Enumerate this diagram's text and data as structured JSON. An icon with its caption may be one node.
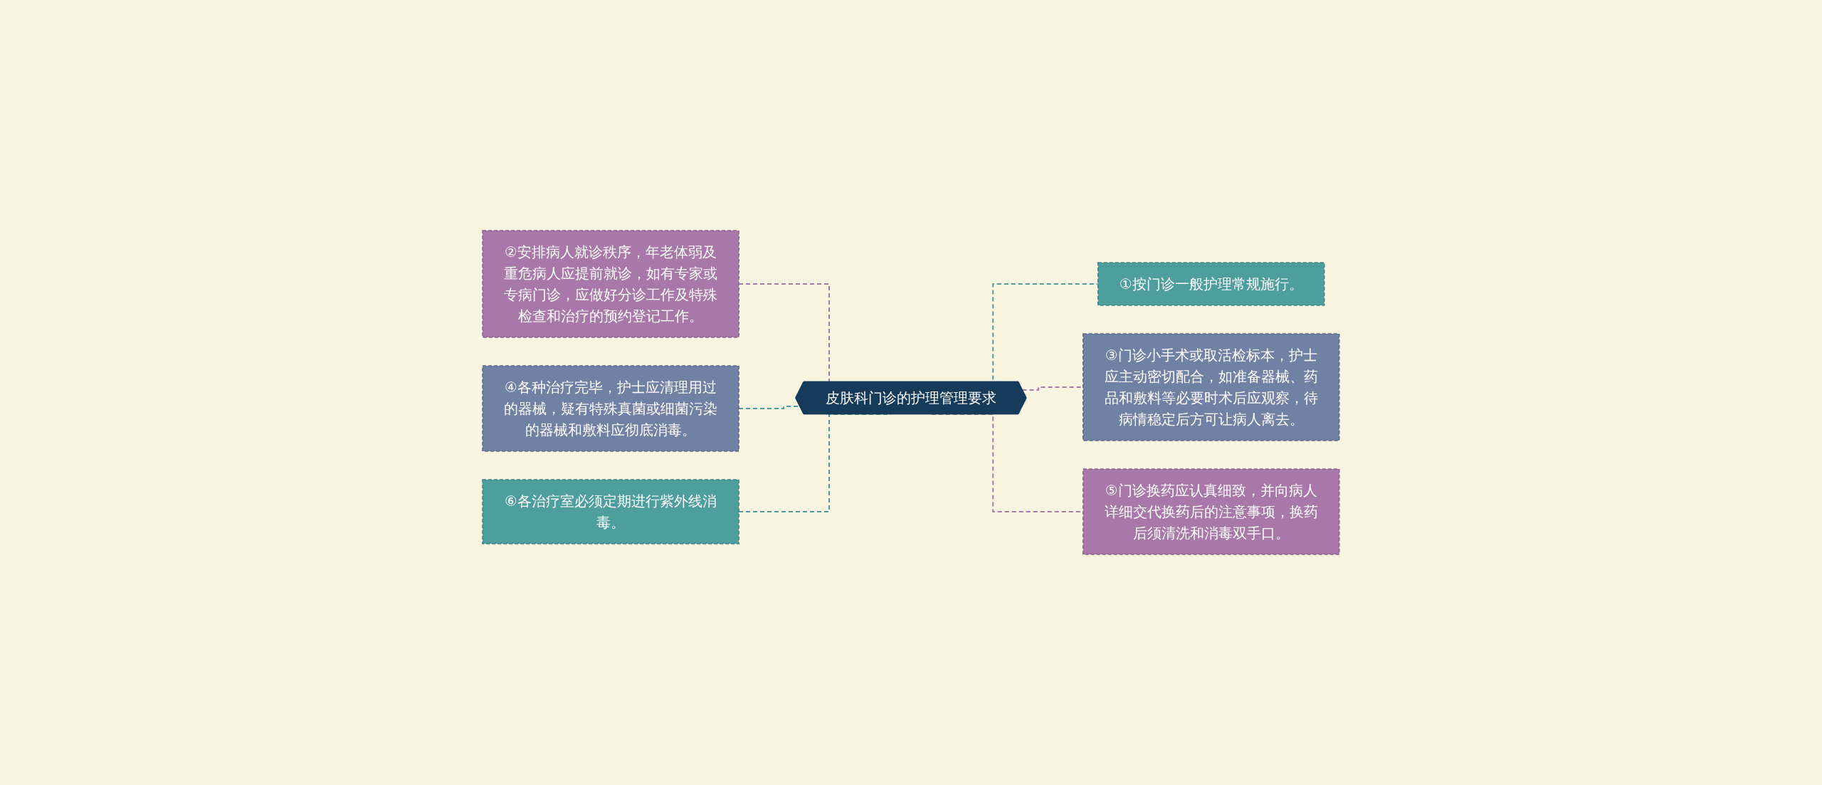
{
  "diagram": {
    "nodes": [
      {
        "text": [
          "皮肤科门诊的护理管理要求"
        ]
      },
      {
        "text": [
          "②安排病人就诊秩序，年老体弱及重危病人应提前就诊，如有专家或专病门诊，应做好分诊工作及特殊检查和治疗的预约登记工作。"
        ]
      },
      {
        "text": [
          "④各种治疗完毕，护士应清理用过的器械，疑有特殊真菌或细菌污染的器械和敷料应彻底消毒。"
        ]
      },
      {
        "text": [
          "⑥各治疗室必须定期进行紫外线消毒。"
        ]
      },
      {
        "text": [
          "①按门诊一般护理常规施行。"
        ]
      },
      {
        "text": [
          "③门诊小手术或取活检标本，护士应主动密切配合，如准备器械、药品和敷料等必要时术后应观察，待病情稳定后方可让病人离去。"
        ]
      },
      {
        "text": [
          "⑤门诊换药应认真细致，并向病人详细交代换药后的注意事项，换药后须清洗和消毒双手口。"
        ]
      }
    ],
    "edges": [
      {
        "from": 0,
        "to": 1,
        "arrow": "none",
        "style": "dashed",
        "color": "#a57aa8"
      },
      {
        "from": 0,
        "to": 2,
        "arrow": "none",
        "style": "dashed",
        "color": "#4e9c9c"
      },
      {
        "from": 0,
        "to": 3,
        "arrow": "none",
        "style": "dashed",
        "color": "#4e9c9c"
      },
      {
        "from": 0,
        "to": 4,
        "arrow": "none",
        "style": "dashed",
        "color": "#4e9c9c"
      },
      {
        "from": 0,
        "to": 5,
        "arrow": "none",
        "style": "dashed",
        "color": "#a57aa8"
      },
      {
        "from": 0,
        "to": 6,
        "arrow": "none",
        "style": "dashed",
        "color": "#a57aa8"
      }
    ]
  }
}
